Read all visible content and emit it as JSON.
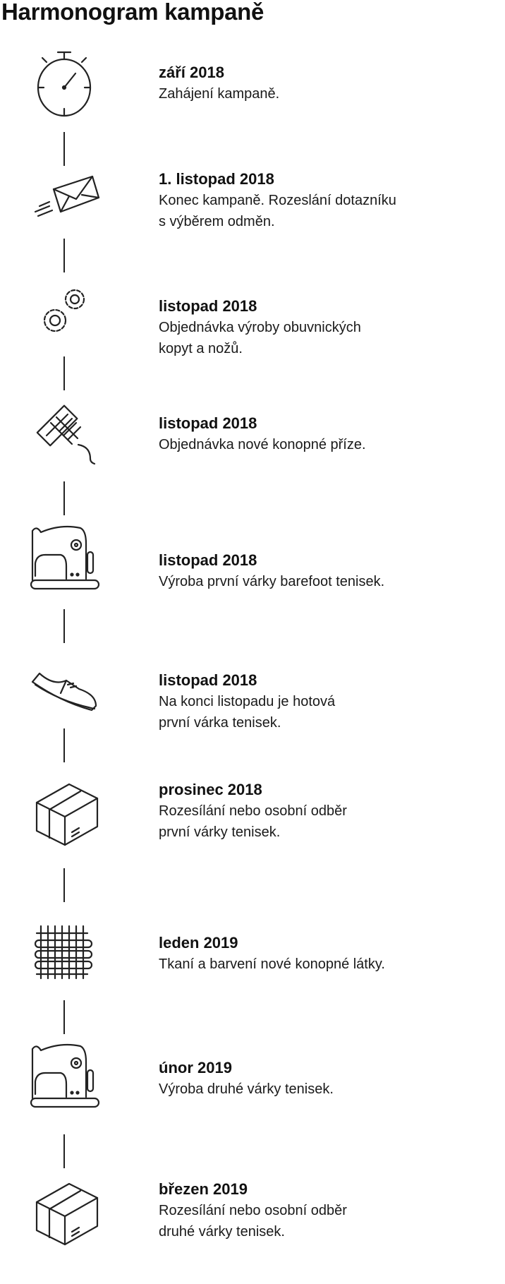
{
  "title": "Harmonogram kampaně",
  "items": [
    {
      "date": "září 2018",
      "desc": [
        "Zahájení kampaně."
      ],
      "icon": "stopwatch-icon"
    },
    {
      "date": "1. listopad 2018",
      "desc": [
        "Konec kampaně. Rozeslání dotazníku",
        "s výběrem odměn."
      ],
      "icon": "envelope-icon"
    },
    {
      "date": "listopad 2018",
      "desc": [
        "Objednávka výroby obuvnických",
        "kopyt a nožů."
      ],
      "icon": "gears-icon"
    },
    {
      "date": "listopad 2018",
      "desc": [
        "Objednávka nové konopné příze."
      ],
      "icon": "thread-spool-icon"
    },
    {
      "date": "listopad 2018",
      "desc": [
        "Výroba první várky barefoot tenisek."
      ],
      "icon": "sewing-machine-icon"
    },
    {
      "date": "listopad 2018",
      "desc": [
        "Na konci listopadu je hotová",
        "první várka tenisek."
      ],
      "icon": "sneaker-icon"
    },
    {
      "date": "prosinec 2018",
      "desc": [
        "Rozesílání nebo osobní odběr",
        "první várky tenisek."
      ],
      "icon": "box-icon"
    },
    {
      "date": "leden 2019",
      "desc": [
        "Tkaní a barvení nové konopné látky."
      ],
      "icon": "fabric-weave-icon"
    },
    {
      "date": "únor 2019",
      "desc": [
        "Výroba druhé várky tenisek."
      ],
      "icon": "sewing-machine-icon"
    },
    {
      "date": "březen 2019",
      "desc": [
        "Rozesílání nebo osobní odběr",
        "druhé várky tenisek."
      ],
      "icon": "box-icon"
    }
  ]
}
